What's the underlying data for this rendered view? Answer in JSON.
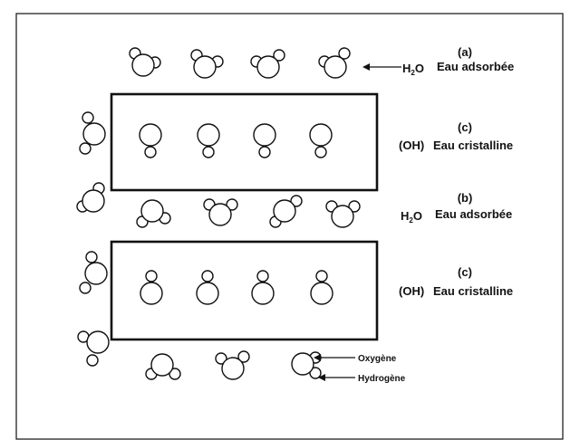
{
  "labels": {
    "row1": {
      "tag": "(a)",
      "formula": "H",
      "subscript": "2",
      "formula_tail": "O",
      "text": "Eau adsorbée"
    },
    "row2": {
      "tag": "(c)",
      "formula": "(OH)",
      "text": "Eau cristalline"
    },
    "row3": {
      "tag": "(b)",
      "formula": "H",
      "subscript": "2",
      "formula_tail": "O",
      "text": "Eau adsorbée"
    },
    "row4": {
      "tag": "(c)",
      "formula": "(OH)",
      "text": "Eau cristalline"
    },
    "legend_oxygen": "Oxygène",
    "legend_hydrogen": "Hydrogène"
  }
}
